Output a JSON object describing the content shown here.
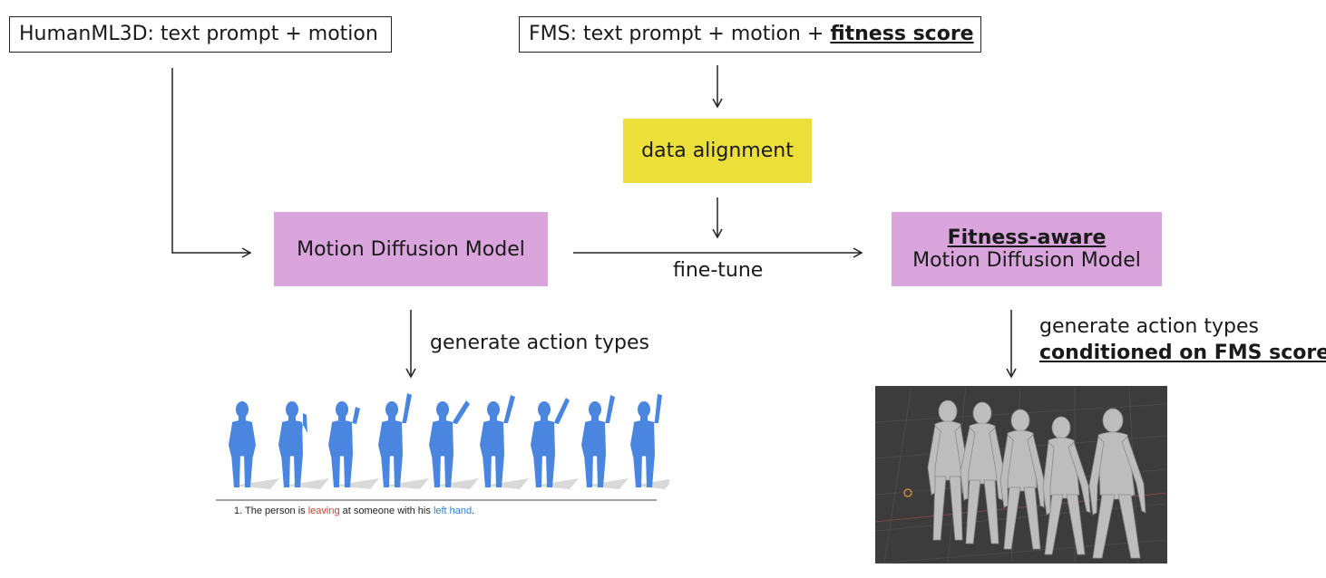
{
  "sources": {
    "humanml3d": "HumanML3D: text prompt + motion",
    "fms_prefix": "FMS: text prompt + motion + ",
    "fms_bold": "fitness score"
  },
  "nodes": {
    "data_alignment": "data alignment",
    "mdm": "Motion Diffusion Model",
    "fa_line1": "Fitness-aware",
    "fa_line2": "Motion Diffusion Model"
  },
  "edges": {
    "finetune": "fine-tune",
    "gen_left": "generate action types",
    "gen_right_line1": "generate action types",
    "gen_right_line2": "conditioned on FMS score"
  },
  "left_example": {
    "caption_prefix": "1. The person is ",
    "caption_word1": "leaving",
    "caption_mid": " at someone with his ",
    "caption_word2": "left hand",
    "caption_end": ".",
    "figure_color": "#4a86e0",
    "highlight_red": "#e0352b",
    "highlight_blue": "#2f7fd1"
  },
  "right_example": {
    "background": "#3c3c3c",
    "figure_color": "#bdbdbd"
  },
  "colors": {
    "pink": "#d9a5dc",
    "yellow": "#ecdf3a"
  }
}
